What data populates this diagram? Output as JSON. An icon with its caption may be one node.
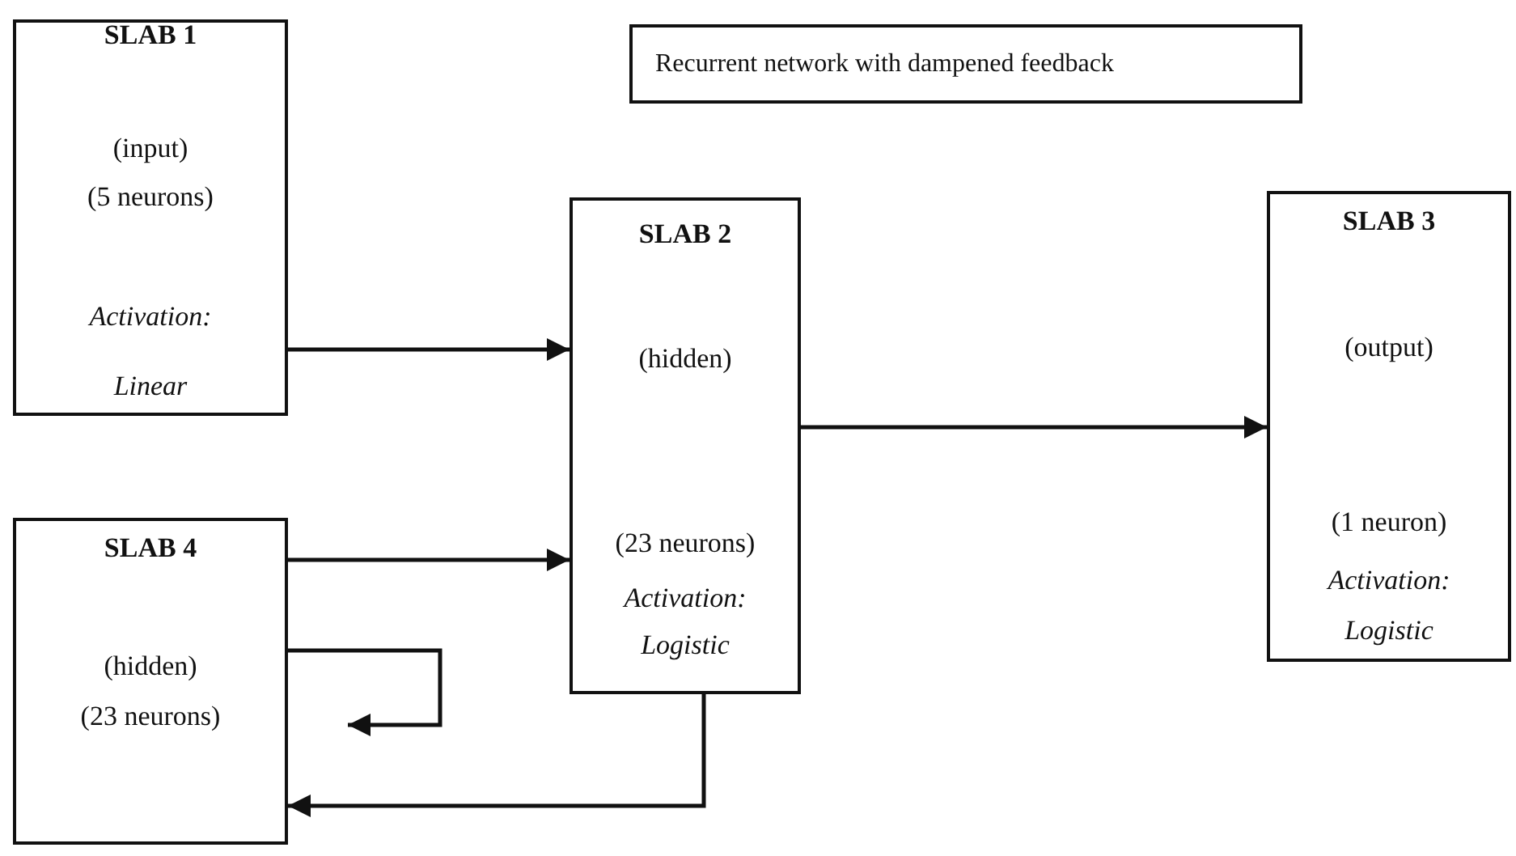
{
  "diagram": {
    "nodes": [
      {
        "text": [
          "SLAB 1",
          "(input)",
          "(5 neurons)",
          "*Activation: Linear*"
        ]
      },
      {
        "text": [
          "Recurrent network with dampened feedback"
        ]
      },
      {
        "text": [
          "SLAB 2",
          "(hidden)",
          "(23 neurons)",
          "*Activation: Logistic*"
        ]
      },
      {
        "text": [
          "SLAB 3",
          "(output)",
          "(1 neuron)",
          "*Activation: Logistic*"
        ]
      },
      {
        "text": [
          "SLAB 4",
          "(hidden)",
          "(23 neurons)"
        ]
      }
    ],
    "edges": [
      {
        "from": 0,
        "to": 2,
        "arrow": "to"
      },
      {
        "from": 2,
        "to": 3,
        "arrow": "to"
      },
      {
        "from": 4,
        "to": 2,
        "arrow": "to"
      },
      {
        "from": 4,
        "to": null,
        "arrow": "to"
      },
      {
        "from": 2,
        "to": 4,
        "arrow": "to"
      }
    ]
  }
}
